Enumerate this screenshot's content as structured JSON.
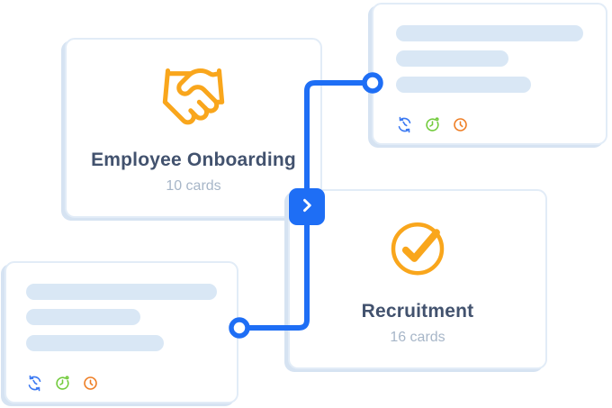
{
  "colors": {
    "accent_blue": "#1e6ef5",
    "brand_orange": "#f9a61c",
    "icon_green": "#72cb3c",
    "icon_orange": "#ee7d23",
    "icon_blue": "#3b79f2",
    "title_text": "#42526e",
    "subtitle_text": "#a7b6c8",
    "skeleton_bar": "#d9e7f5",
    "card_border": "#e2ecf7",
    "card_shadow": "#d6e3f2"
  },
  "board_cards": {
    "onboarding": {
      "title": "Employee Onboarding",
      "subtitle": "10 cards",
      "icon": "handshake-icon"
    },
    "recruitment": {
      "title": "Recruitment",
      "subtitle": "16 cards",
      "icon": "check-circle-icon"
    }
  },
  "task_card_icons": [
    "recurring-icon",
    "time-tracking-icon",
    "clock-icon"
  ],
  "connector": {
    "button_icon": "chevron-right-icon"
  }
}
